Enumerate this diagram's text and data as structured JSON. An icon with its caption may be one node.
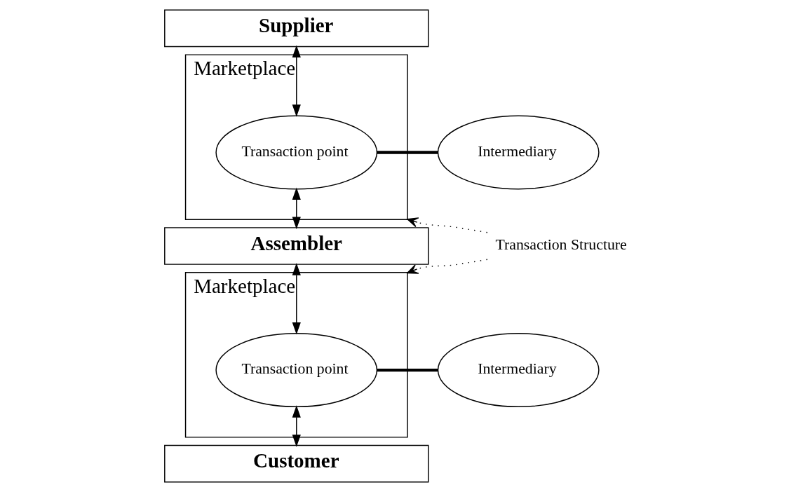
{
  "diagram": {
    "nodes": [
      {
        "text": [
          "Supplier"
        ]
      },
      {
        "text": [
          "Marketplace"
        ]
      },
      {
        "text": [
          "Transaction point"
        ],
        "in": 1
      },
      {
        "text": [
          "Intermediary"
        ]
      },
      {
        "text": [
          "Assembler"
        ]
      },
      {
        "text": [
          "Marketplace"
        ]
      },
      {
        "text": [
          "Transaction point"
        ],
        "in": 5
      },
      {
        "text": [
          "Intermediary"
        ]
      },
      {
        "text": [
          "Customer"
        ]
      },
      {
        "text": [
          "Transaction Structure"
        ]
      }
    ],
    "edges": [
      {
        "from": 0,
        "to": 2,
        "arrow": "both"
      },
      {
        "from": 2,
        "to": 3,
        "arrow": "none",
        "style": "thick"
      },
      {
        "from": 2,
        "to": 4,
        "arrow": "both"
      },
      {
        "from": 4,
        "to": 6,
        "arrow": "both"
      },
      {
        "from": 6,
        "to": 7,
        "arrow": "none",
        "style": "thick"
      },
      {
        "from": 6,
        "to": 8,
        "arrow": "both"
      },
      {
        "from": 9,
        "to": 1,
        "arrow": "to",
        "style": "dashed"
      },
      {
        "from": 9,
        "to": 5,
        "arrow": "to",
        "style": "dashed"
      }
    ]
  }
}
